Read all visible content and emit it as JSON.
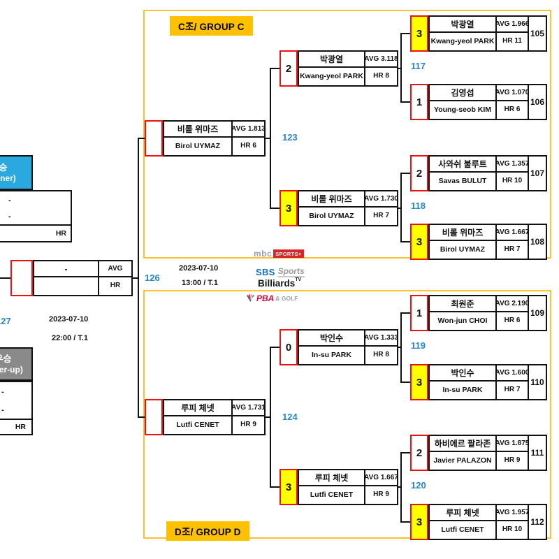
{
  "colors": {
    "accent_gold": "#ffc000",
    "score_border_red": "#ee1111",
    "winner_yellow": "#ffff00",
    "number_blue": "#2787c9",
    "winner_header_blue": "#29a9e0",
    "runnerup_header_gray": "#8a8a8a"
  },
  "group_c": {
    "label": "C조/ GROUP C",
    "matches": [
      {
        "no": "105",
        "score": "3",
        "win": true,
        "kr": "박광열",
        "en": "Kwang-yeol PARK",
        "avg": "AVG 1.966",
        "hr": "HR 11"
      },
      {
        "no": "106",
        "score": "1",
        "win": false,
        "kr": "김영섭",
        "en": "Young-seob KIM",
        "avg": "AVG 1.070",
        "hr": "HR 6"
      },
      {
        "no": "107",
        "score": "2",
        "win": false,
        "kr": "사와쉬 불루트",
        "en": "Savas BULUT",
        "avg": "AVG 1.357",
        "hr": "HR 10"
      },
      {
        "no": "108",
        "score": "3",
        "win": true,
        "kr": "비롤 위마즈",
        "en": "Birol UYMAZ",
        "avg": "AVG 1.667",
        "hr": "HR 7"
      }
    ],
    "semis": [
      {
        "score": "2",
        "win": false,
        "kr": "박광열",
        "en": "Kwang-yeol PARK",
        "avg": "AVG 3.118",
        "hr": "HR 8"
      },
      {
        "score": "3",
        "win": true,
        "kr": "비롤 위마즈",
        "en": "Birol UYMAZ",
        "avg": "AVG 1.730",
        "hr": "HR 7"
      }
    ],
    "winner": {
      "score": "",
      "win": false,
      "kr": "비롤 위마즈",
      "en": "Birol UYMAZ",
      "avg": "AVG 1.813",
      "hr": "HR 6"
    },
    "sf1_no": "117",
    "sf2_no": "118",
    "final_no": "123"
  },
  "group_d": {
    "label": "D조/ GROUP D",
    "matches": [
      {
        "no": "109",
        "score": "1",
        "win": false,
        "kr": "최원준",
        "en": "Won-jun CHOI",
        "avg": "AVG 2.190",
        "hr": "HR 6"
      },
      {
        "no": "110",
        "score": "3",
        "win": true,
        "kr": "박인수",
        "en": "In-su PARK",
        "avg": "AVG 1.600",
        "hr": "HR 7"
      },
      {
        "no": "111",
        "score": "2",
        "win": false,
        "kr": "하비에르 팔라존",
        "en": "Javier PALAZON",
        "avg": "AVG 1.875",
        "hr": "HR 9"
      },
      {
        "no": "112",
        "score": "3",
        "win": true,
        "kr": "루피 체넷",
        "en": "Lutfi CENET",
        "avg": "AVG 1.957",
        "hr": "HR 10"
      }
    ],
    "semis": [
      {
        "score": "0",
        "win": false,
        "kr": "박인수",
        "en": "In-su PARK",
        "avg": "AVG 1.333",
        "hr": "HR 8"
      },
      {
        "score": "3",
        "win": true,
        "kr": "루피 체넷",
        "en": "Lutfi CENET",
        "avg": "AVG 1.667",
        "hr": "HR 9"
      }
    ],
    "winner": {
      "score": "",
      "win": false,
      "kr": "루피 체넷",
      "en": "Lutfi CENET",
      "avg": "AVG 1.731",
      "hr": "HR 9"
    },
    "sf1_no": "119",
    "sf2_no": "120",
    "final_no": "124"
  },
  "final_match": {
    "no": "126",
    "date": "2023-07-10",
    "time": "13:00 / T.1",
    "player": "-",
    "avg_label": "AVG",
    "hr_label": "HR",
    "score": "",
    "win": false
  },
  "decider_match": {
    "no": "127",
    "date": "2023-07-10",
    "time": "22:00 / T.1"
  },
  "winner_box": {
    "title_kr": "우승",
    "title_en": "(Winner)",
    "row1": "-",
    "row2": "-",
    "hr_label": "HR"
  },
  "runner_up_box": {
    "title_kr": "준우승",
    "title_en": "(Runner-up)",
    "row1": "-",
    "row2": "-",
    "hr_label": "HR"
  },
  "broadcast": {
    "mbc": "mbc",
    "mbc_badge": "SPORTS+",
    "sbs": "SBS",
    "sbs_sub": "Sports",
    "billiards": "Billiards",
    "billiards_sup": "TV",
    "pba": "PBA",
    "pba_sub": "& GOLF"
  }
}
